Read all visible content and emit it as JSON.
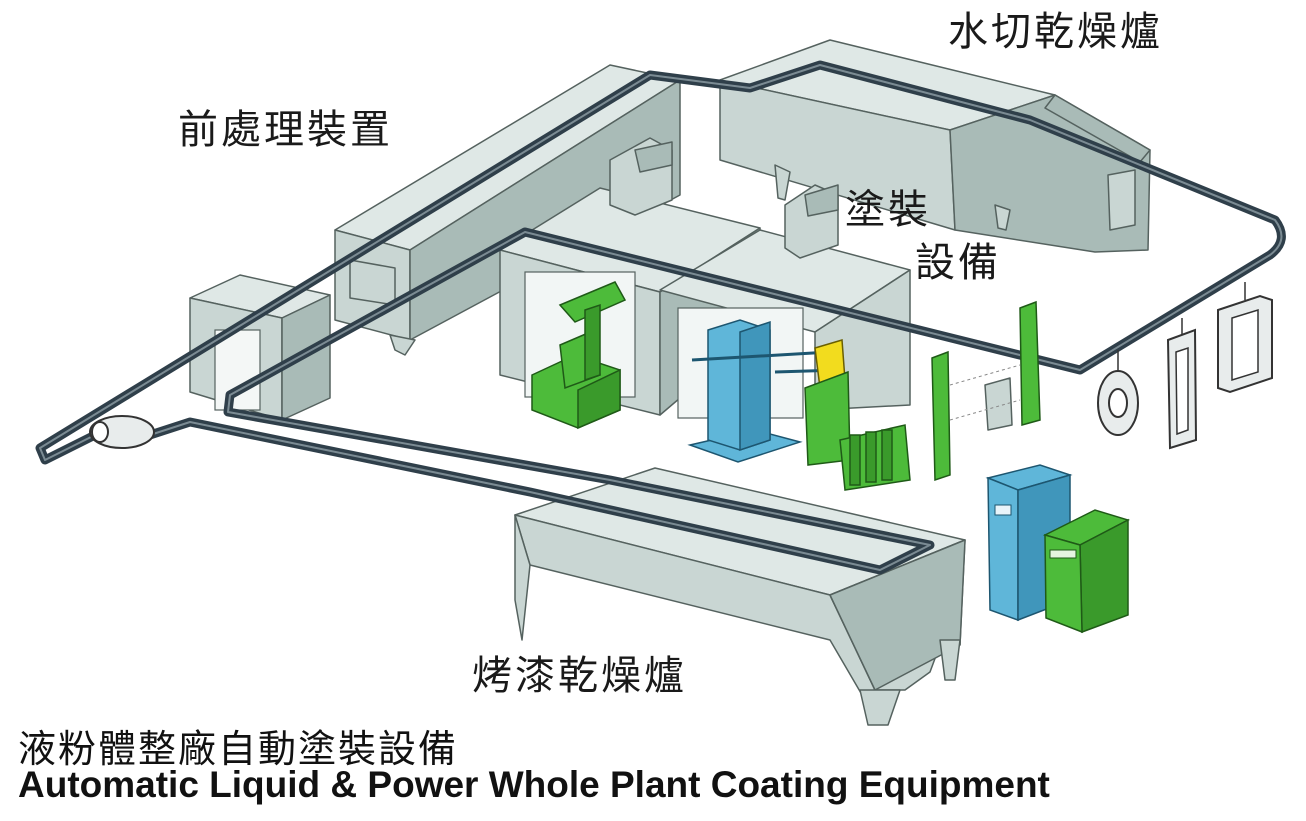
{
  "labels": {
    "water_dry_oven": "水切乾燥爐",
    "pretreatment": "前處理裝置",
    "coating_line1": "塗裝",
    "coating_line2": "設備",
    "bake_dry_oven": "烤漆乾燥爐"
  },
  "title": {
    "chinese": "液粉體整廠自動塗裝設備",
    "english": "Automatic Liquid & Power Whole Plant Coating Equipment"
  },
  "colors": {
    "housing": "#c9d6d3",
    "housing_dark": "#9fb1ad",
    "conveyor": "#2f3f4a",
    "robot_green": "#4dbb3a",
    "panel_blue": "#5fb6d9",
    "panel_yellow": "#f2dc1e"
  }
}
